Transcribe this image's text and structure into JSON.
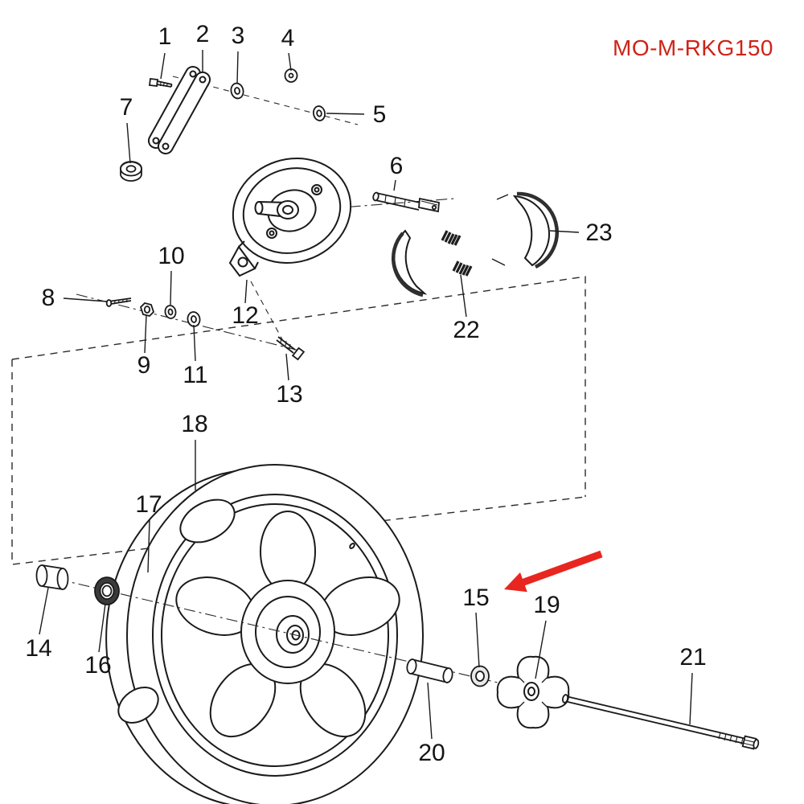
{
  "diagram": {
    "code": "MO-M-RKG150",
    "code_color": "#cf2318",
    "arrow_color": "#e8261f",
    "line_color": "#1a1a1a",
    "background": "#ffffff"
  },
  "parts": [
    {
      "label": "1"
    },
    {
      "label": "2"
    },
    {
      "label": "3"
    },
    {
      "label": "4"
    },
    {
      "label": "5"
    },
    {
      "label": "6"
    },
    {
      "label": "7"
    },
    {
      "label": "8"
    },
    {
      "label": "9"
    },
    {
      "label": "10"
    },
    {
      "label": "11"
    },
    {
      "label": "12"
    },
    {
      "label": "13"
    },
    {
      "label": "14"
    },
    {
      "label": "15"
    },
    {
      "label": "16"
    },
    {
      "label": "17"
    },
    {
      "label": "18"
    },
    {
      "label": "19"
    },
    {
      "label": "20"
    },
    {
      "label": "21"
    },
    {
      "label": "22"
    },
    {
      "label": "23"
    }
  ]
}
